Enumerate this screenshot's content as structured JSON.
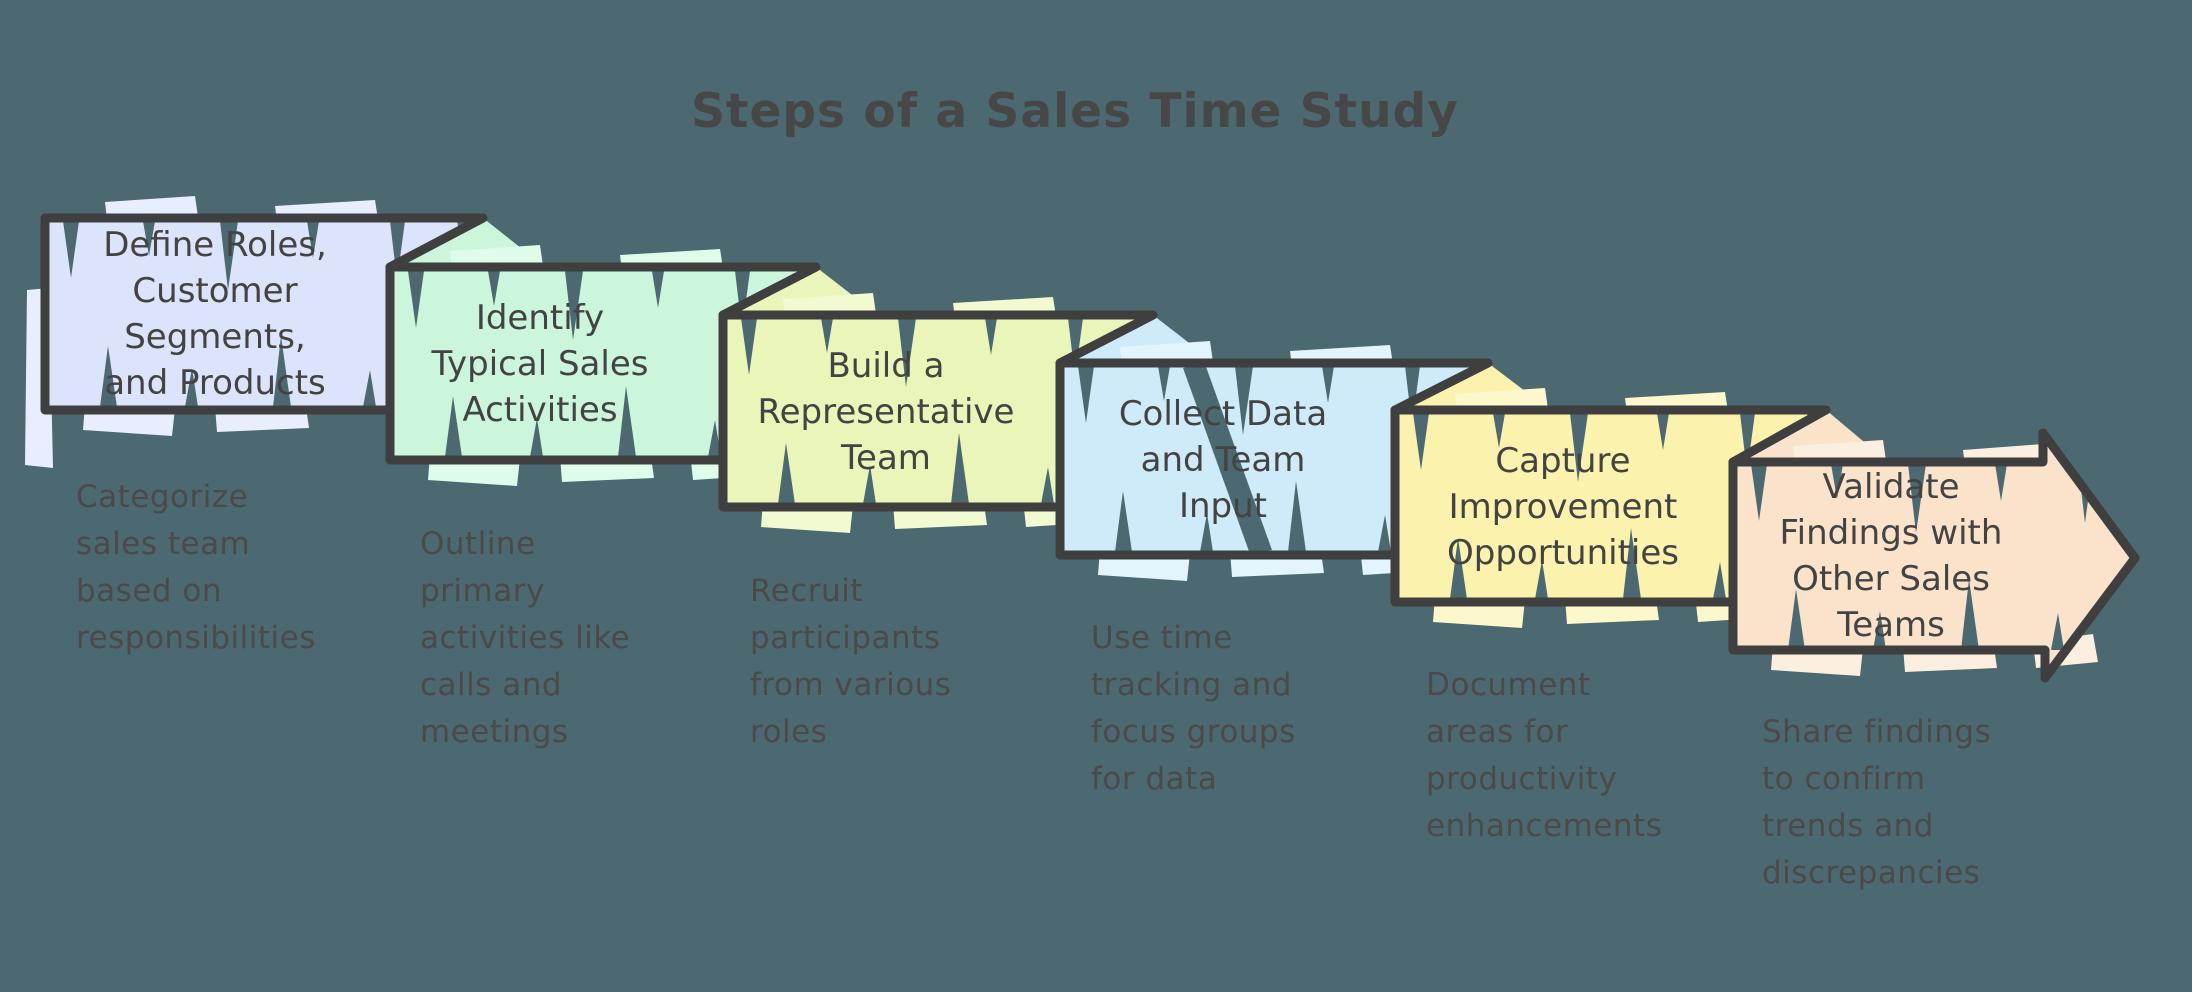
{
  "canvas": {
    "background": "#4C6870",
    "stroke": "#3F3F3F"
  },
  "title": {
    "text": "Steps of a Sales Time Study",
    "color": "#474747"
  },
  "text_colors": {
    "label": "#434343",
    "description": "#4A4A4A"
  },
  "steps": [
    {
      "label": "Define Roles,\nCustomer\nSegments,\nand Products",
      "description": "Categorize\nsales team\nbased on\nresponsibilities",
      "color": "#DCE4FB",
      "shard_color": "#E9EEFE"
    },
    {
      "label": "Identify\nTypical Sales\nActivities",
      "description": "Outline\nprimary\nactivities like\ncalls and\nmeetings",
      "color": "#CBF6DC",
      "shard_color": "#DFFBEA"
    },
    {
      "label": "Build a\nRepresentative\nTeam",
      "description": "Recruit\nparticipants\nfrom various\nroles",
      "color": "#EAF5BA",
      "shard_color": "#F2FAD2"
    },
    {
      "label": "Collect Data\nand Team\nInput",
      "description": "Use time\ntracking and\nfocus groups\nfor data",
      "color": "#CFEAF8",
      "shard_color": "#E2F4FC"
    },
    {
      "label": "Capture\nImprovement\nOpportunities",
      "description": "Document\nareas for\nproductivity\nenhancements",
      "color": "#FAF2AD",
      "shard_color": "#FDF8CC"
    },
    {
      "label": "Validate\nFindings with\nOther Sales\nTeams",
      "description": "Share findings\nto confirm\ntrends and\ndiscrepancies",
      "color": "#FBE3CB",
      "shard_color": "#FDEFDF"
    }
  ]
}
